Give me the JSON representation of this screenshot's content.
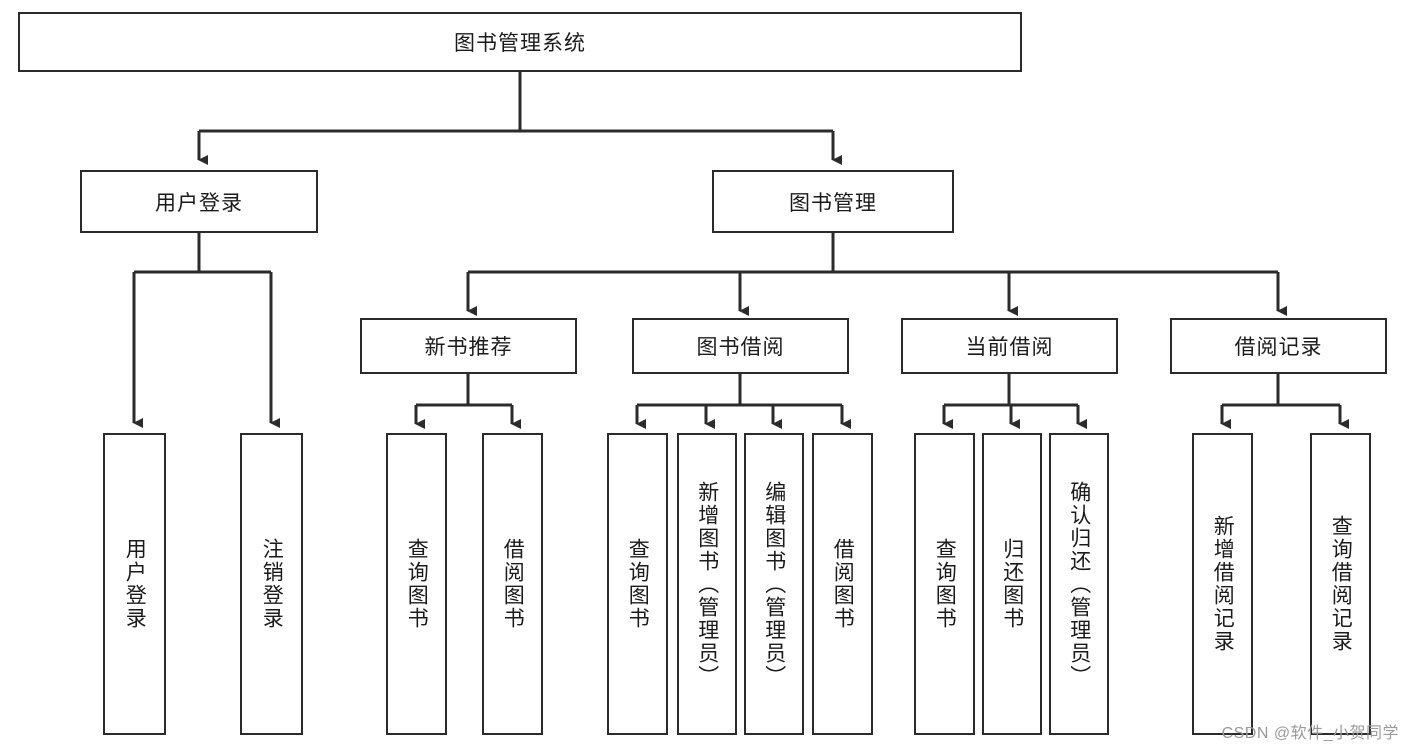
{
  "diagram": {
    "type": "tree-hierarchy-flowchart",
    "root": {
      "id": "root",
      "label": "图书管理系统"
    },
    "level1": [
      {
        "id": "user-login",
        "label": "用户登录"
      },
      {
        "id": "book-management",
        "label": "图书管理"
      }
    ],
    "level2": [
      {
        "id": "new-book-recommend",
        "label": "新书推荐",
        "parent": "book-management"
      },
      {
        "id": "book-borrow",
        "label": "图书借阅",
        "parent": "book-management"
      },
      {
        "id": "current-borrow",
        "label": "当前借阅",
        "parent": "book-management"
      },
      {
        "id": "borrow-record",
        "label": "借阅记录",
        "parent": "book-management"
      }
    ],
    "leaves": {
      "user_login": [
        {
          "id": "leaf-user-login",
          "label": "用户登录"
        },
        {
          "id": "leaf-user-logout",
          "label": "注销登录"
        }
      ],
      "new_book_recommend": [
        {
          "id": "leaf-query-book-1",
          "label": "查询图书"
        },
        {
          "id": "leaf-borrow-book-1",
          "label": "借阅图书"
        }
      ],
      "book_borrow": [
        {
          "id": "leaf-query-book-2",
          "label": "查询图书"
        },
        {
          "id": "leaf-add-book",
          "label": "新增图书（管理员）"
        },
        {
          "id": "leaf-edit-book",
          "label": "编辑图书（管理员）"
        },
        {
          "id": "leaf-borrow-book-2",
          "label": "借阅图书"
        }
      ],
      "current_borrow": [
        {
          "id": "leaf-query-book-3",
          "label": "查询图书"
        },
        {
          "id": "leaf-return-book",
          "label": "归还图书"
        },
        {
          "id": "leaf-confirm-return",
          "label": "确认归还（管理员）"
        }
      ],
      "borrow_record": [
        {
          "id": "leaf-add-record",
          "label": "新增借阅记录"
        },
        {
          "id": "leaf-query-record",
          "label": "查询借阅记录"
        }
      ]
    }
  },
  "watermark": {
    "text": "CSDN @软件_小贺同学"
  },
  "colors": {
    "stroke": "#2b2b2b",
    "fill": "#ffffff",
    "text": "#1b1b1b",
    "watermark": "#9a9a9a"
  }
}
